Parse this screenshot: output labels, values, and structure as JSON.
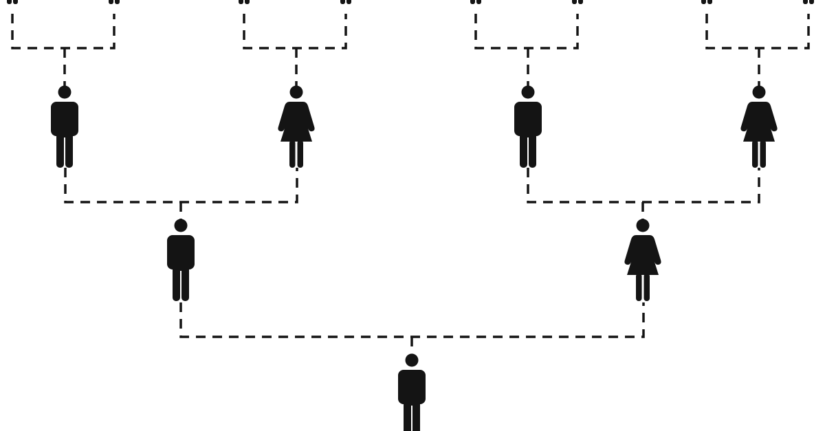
{
  "colors": {
    "background": "#ffffff",
    "ink": "#141414"
  },
  "icons": {
    "male": "male-person-icon",
    "female": "female-person-icon"
  },
  "generations": [
    {
      "level": "great-grandparents",
      "people": [
        "partial",
        "partial",
        "partial",
        "partial",
        "partial",
        "partial",
        "partial",
        "partial"
      ]
    },
    {
      "level": "grandparents",
      "people": [
        "male",
        "female",
        "male",
        "female"
      ]
    },
    {
      "level": "parents",
      "people": [
        "male",
        "female"
      ]
    },
    {
      "level": "self",
      "people": [
        "male"
      ]
    }
  ]
}
